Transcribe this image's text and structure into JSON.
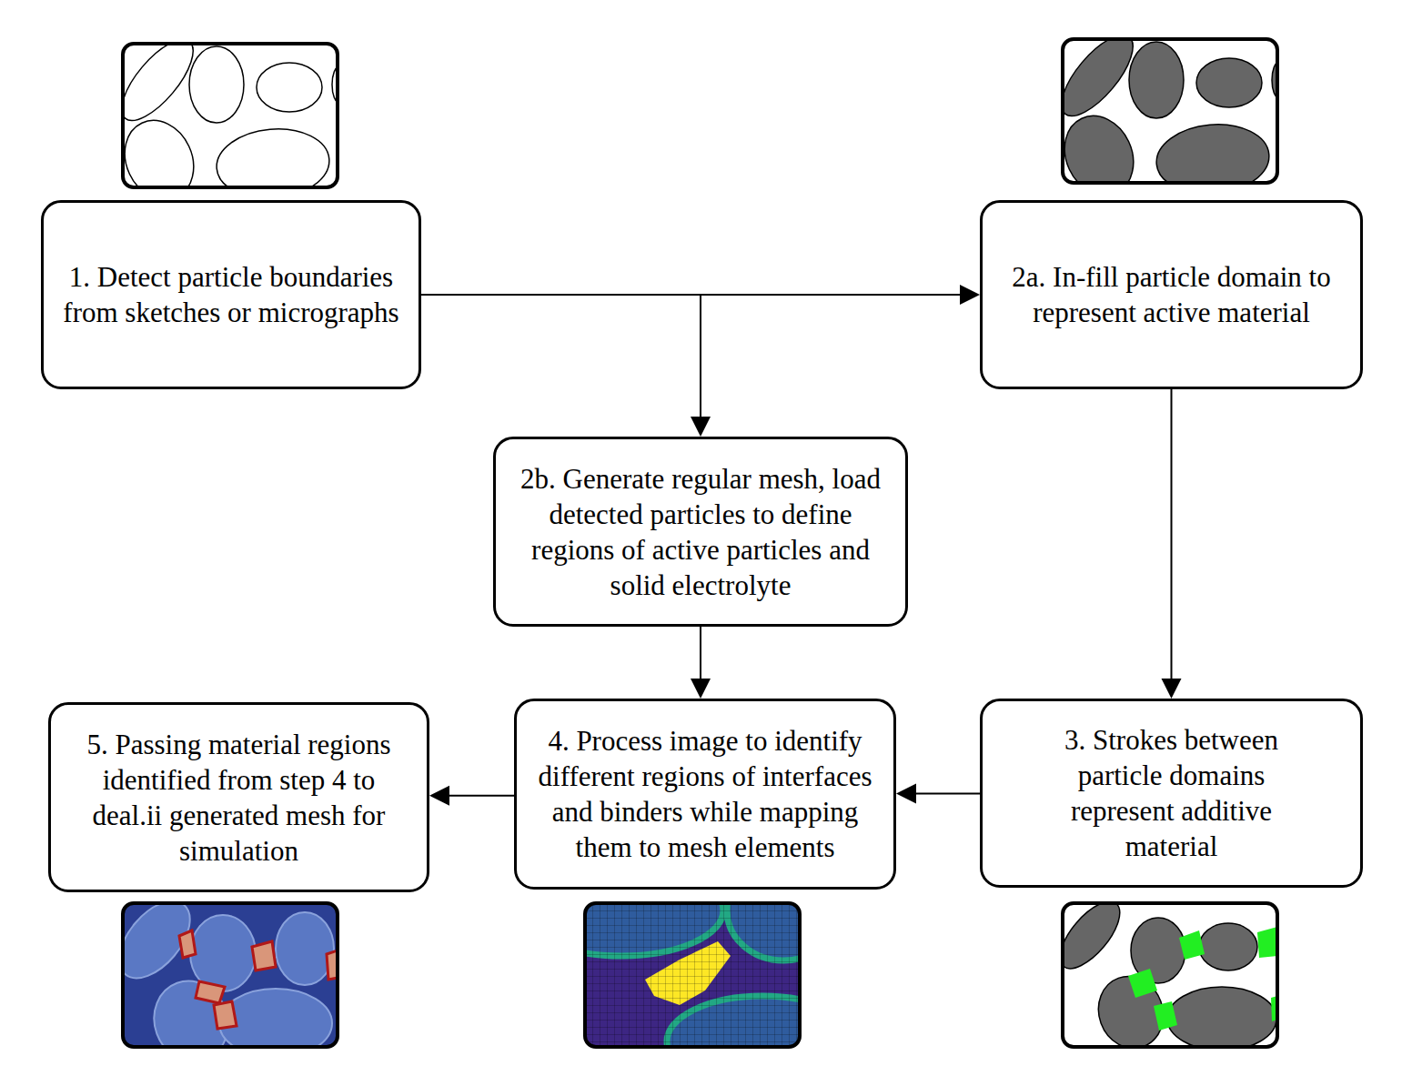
{
  "diagram": {
    "nodes": [
      {
        "text": [
          "1. Detect particle boundaries from sketches or micrographs"
        ]
      },
      {
        "text": [
          "2a. In-fill particle domain to represent active material"
        ]
      },
      {
        "text": [
          "2b. Generate regular mesh, load detected particles to define regions of active particles and solid electrolyte"
        ]
      },
      {
        "text": [
          "3. Strokes between particle domains represent additive material"
        ]
      },
      {
        "text": [
          "4. Process image to identify different regions of interfaces and binders while mapping them to mesh elements"
        ]
      },
      {
        "text": [
          "5. Passing material regions identified from step 4 to deal.ii generated mesh for simulation"
        ]
      }
    ],
    "edges": [
      {
        "from": 0,
        "to": 1,
        "arrow": "to"
      },
      {
        "from": 0,
        "to": 2,
        "arrow": "to"
      },
      {
        "from": 1,
        "to": 3,
        "arrow": "to"
      },
      {
        "from": 2,
        "to": 4,
        "arrow": "to"
      },
      {
        "from": 3,
        "to": 4,
        "arrow": "to"
      },
      {
        "from": 4,
        "to": 5,
        "arrow": "to"
      }
    ]
  }
}
